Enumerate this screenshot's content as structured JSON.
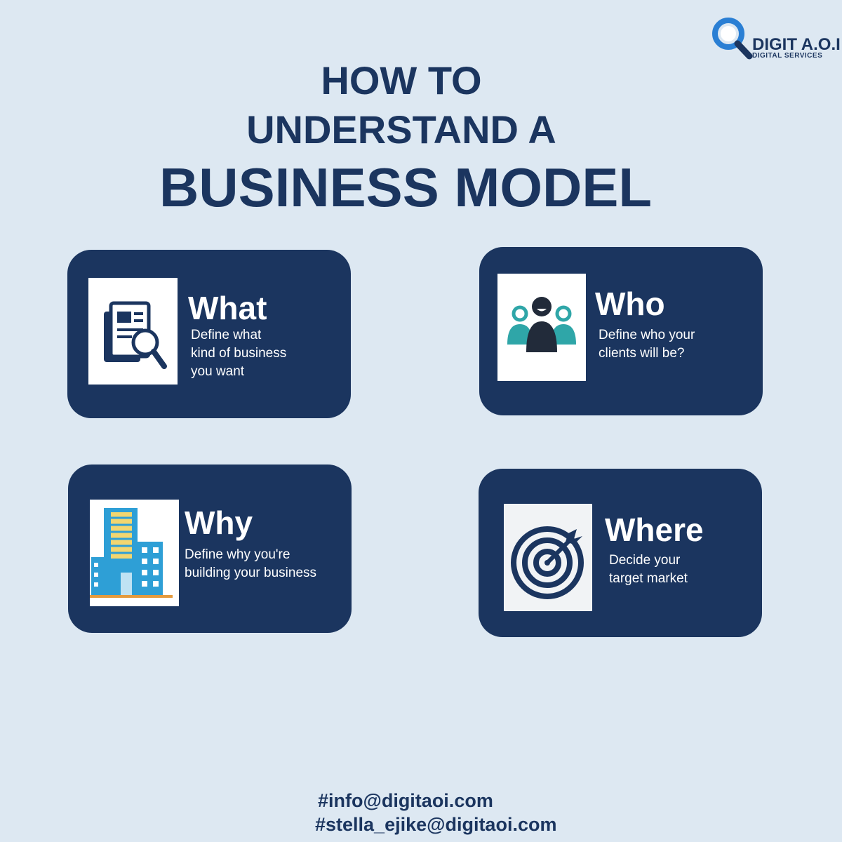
{
  "logo": {
    "name": "DIGIT A.O.I",
    "tagline": "DIGITAL SERVICES",
    "icon": "magnifier-logo-icon"
  },
  "title": {
    "line1": "HOW TO",
    "line2": "UNDERSTAND A",
    "line3": "BUSINESS MODEL"
  },
  "cards": [
    {
      "heading": "What",
      "text": "Define what kind of business you want",
      "icon": "document-search-icon"
    },
    {
      "heading": "Who",
      "text": "Define who your clients will be?",
      "icon": "people-group-icon"
    },
    {
      "heading": "Why",
      "text": "Define why you're building your business",
      "icon": "buildings-icon"
    },
    {
      "heading": "Where",
      "text": "Decide your target market",
      "icon": "target-icon"
    }
  ],
  "footer": {
    "email1": "#info@digitaoi.com",
    "email2": "#stella_ejike@digitaoi.com"
  },
  "colors": {
    "background": "#dde8f2",
    "navy": "#1b355f",
    "accent_blue": "#2a7fd4",
    "teal": "#2fa6a8"
  }
}
